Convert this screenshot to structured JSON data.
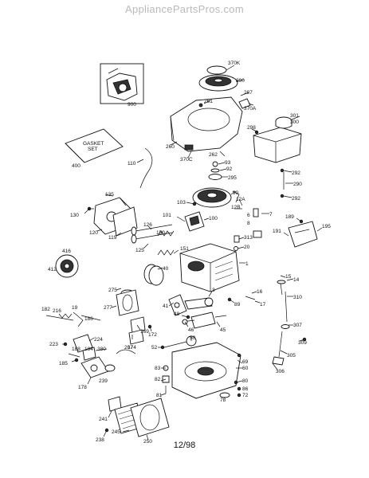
{
  "header": {
    "watermark": "AppliancePartsPros.com"
  },
  "footer": {
    "page_code": "12/98"
  },
  "gasket_set": {
    "line1": "GASKET",
    "line2": "SET"
  },
  "labels": {
    "l370K": "370K",
    "l390": "390",
    "l287": "287",
    "l261": "261",
    "l370A": "370A",
    "l301": "301",
    "l300": "300",
    "l298": "298",
    "l900": "900",
    "l400": "400",
    "l260": "260",
    "l370C": "370C",
    "l262": "262",
    "l93": "93",
    "l92": "92",
    "l110": "110",
    "l295": "295",
    "l292a": "292",
    "l290": "290",
    "l292b": "292",
    "l135": "135",
    "l90": "90",
    "l12A": "12A",
    "l12B": "12B",
    "l7": "7",
    "l6": "6",
    "l8": "8",
    "l130": "130",
    "l103": "103",
    "l100": "100",
    "l101": "101",
    "l189": "189",
    "l195": "195",
    "l120": "120",
    "l119": "119",
    "l126": "126",
    "l150": "150",
    "l313": "313",
    "l20": "20",
    "l191": "191",
    "l125": "125",
    "l151": "151",
    "l416": "416",
    "l412": "412",
    "l40": "40",
    "l1": "1",
    "l15": "15",
    "l275": "275",
    "l14": "14",
    "l310": "310",
    "l16": "16",
    "l17": "17",
    "l3": "3",
    "l41": "41",
    "l89": "89",
    "l277": "277",
    "l182": "182",
    "l216": "216",
    "l19": "19",
    "l186": "186",
    "l48": "48",
    "l46": "46",
    "l45": "45",
    "l307": "307",
    "l169": "169",
    "l174": "174",
    "l172": "172",
    "l309": "309",
    "l223": "223",
    "l224": "224",
    "l50": "50",
    "l52": "52",
    "l305": "305",
    "l188": "188",
    "l184": "184",
    "l380": "380",
    "l207": "207",
    "l185": "185",
    "l239": "239",
    "l306": "306",
    "l178": "178",
    "l83": "83",
    "l82": "82",
    "l60": "60",
    "l69": "69",
    "l80": "80",
    "l72": "72",
    "l86": "86",
    "l81": "81",
    "l78": "78",
    "l241": "241",
    "l245": "245",
    "l238": "238",
    "l250": "250"
  }
}
